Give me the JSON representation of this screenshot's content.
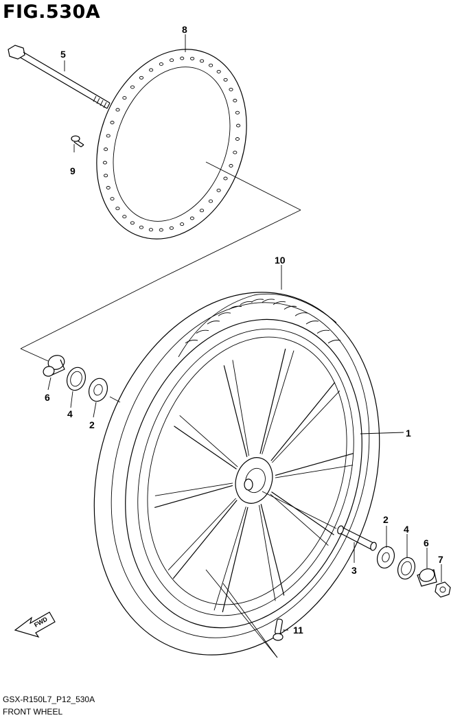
{
  "figure": {
    "title": "FIG.530A",
    "model_code": "GSX-R150L7_P12_530A",
    "section_name": "FRONT WHEEL"
  },
  "callouts": [
    {
      "id": "c1",
      "label": "1"
    },
    {
      "id": "c2a",
      "label": "2"
    },
    {
      "id": "c2b",
      "label": "2"
    },
    {
      "id": "c3",
      "label": "3"
    },
    {
      "id": "c4a",
      "label": "4"
    },
    {
      "id": "c4b",
      "label": "4"
    },
    {
      "id": "c5",
      "label": "5"
    },
    {
      "id": "c6a",
      "label": "6"
    },
    {
      "id": "c6b",
      "label": "6"
    },
    {
      "id": "c7",
      "label": "7"
    },
    {
      "id": "c8",
      "label": "8"
    },
    {
      "id": "c9",
      "label": "9"
    },
    {
      "id": "c10",
      "label": "10"
    },
    {
      "id": "c11",
      "label": "11"
    }
  ],
  "direction_badge": {
    "label": "FWD"
  }
}
